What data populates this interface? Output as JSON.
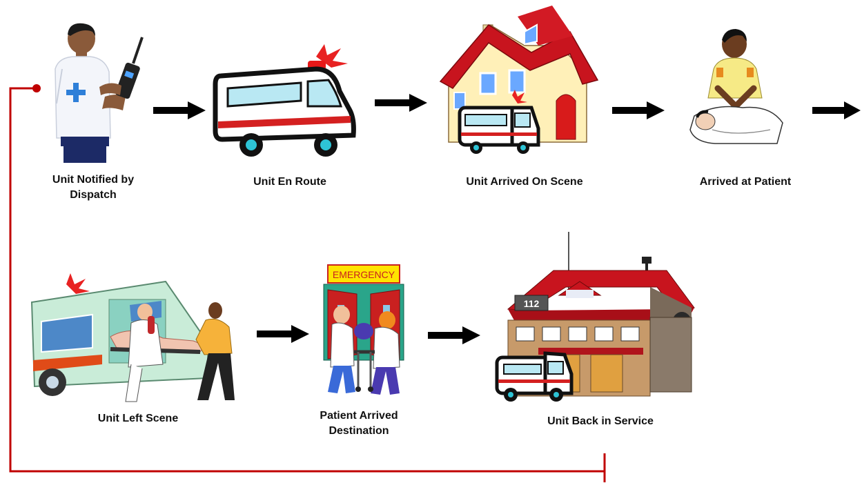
{
  "diagram": {
    "steps": [
      {
        "id": "notified",
        "label_line1": "Unit Notified by",
        "label_line2": "Dispatch",
        "icon": "dispatcher-with-radio-icon"
      },
      {
        "id": "en-route",
        "label_line1": "Unit En Route",
        "label_line2": "",
        "icon": "ambulance-with-siren-icon"
      },
      {
        "id": "on-scene",
        "label_line1": "Unit Arrived On Scene",
        "label_line2": "",
        "icon": "ambulance-at-house-icon"
      },
      {
        "id": "at-patient",
        "label_line1": "Arrived at Patient",
        "label_line2": "",
        "icon": "cpr-rescuer-icon"
      },
      {
        "id": "left-scene",
        "label_line1": "Unit Left Scene",
        "label_line2": "",
        "icon": "loading-stretcher-icon"
      },
      {
        "id": "destination",
        "label_line1": "Patient Arrived",
        "label_line2": "Destination",
        "icon": "emergency-room-entrance-icon"
      },
      {
        "id": "back-in-service",
        "label_line1": "Unit Back in Service",
        "label_line2": "",
        "icon": "ambulance-station-icon"
      }
    ],
    "emergency_sign": "EMERGENCY",
    "station_number": "112",
    "colors": {
      "loop_line": "#c00000",
      "arrow": "#000000",
      "ambulance_stripe": "#d42020",
      "roof": "#c8141e"
    }
  }
}
